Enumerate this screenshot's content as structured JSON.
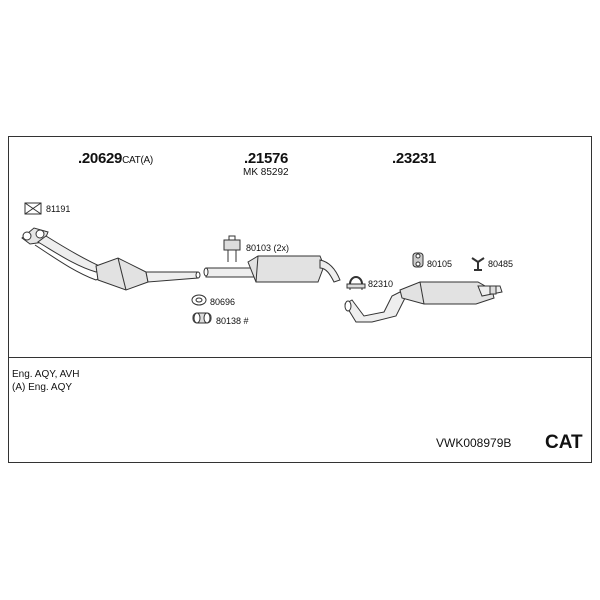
{
  "parts": {
    "p1": {
      "number": ".20629",
      "suffix": "CAT(A)"
    },
    "p2": {
      "number": ".21576",
      "sub": "MK 85292"
    },
    "p3": {
      "number": ".23231"
    }
  },
  "labels": {
    "l81191": "81191",
    "l80103": "80103 (2x)",
    "l80696": "80696",
    "l80138": "80138 #",
    "l82310": "82310",
    "l80105": "80105",
    "l80485": "80485"
  },
  "notes": {
    "line1": "Eng. AQY, AVH",
    "line2": "(A) Eng. AQY"
  },
  "footer": {
    "code": "VWK008979B",
    "tag": "CAT"
  },
  "icons": [
    "clamp-icon",
    "bracket-icon",
    "hanger-ring-icon",
    "gasket-icon",
    "u-clamp-icon",
    "rubber-mount-icon",
    "hook-hanger-icon"
  ]
}
